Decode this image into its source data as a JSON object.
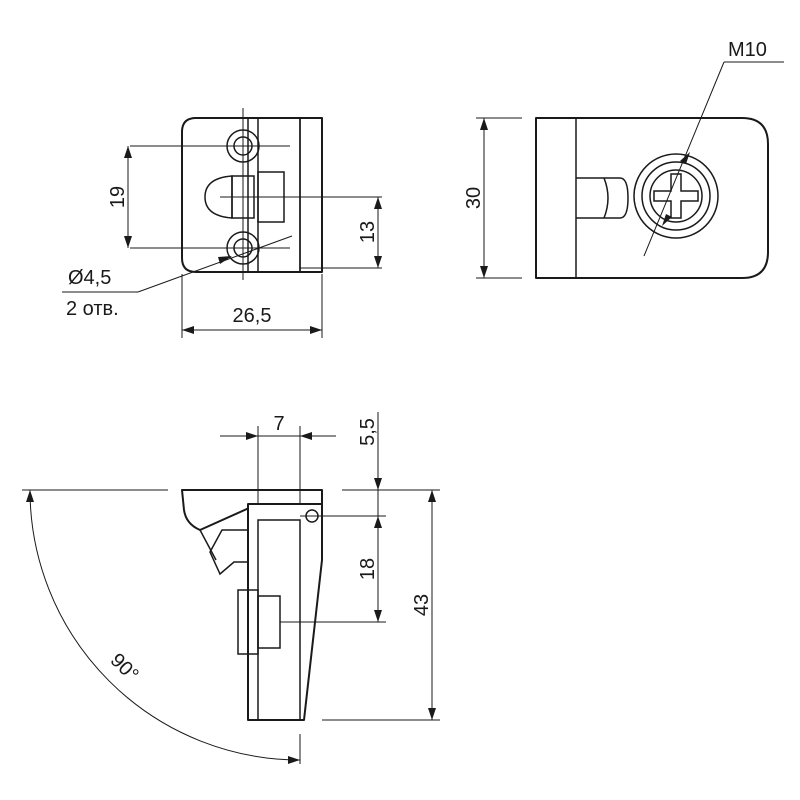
{
  "front_view": {
    "dim_hole_spacing": "19",
    "dim_screw_offset": "13",
    "dim_width": "26,5",
    "hole_diameter": "Ø4,5",
    "hole_count": "2 отв."
  },
  "side_view": {
    "dim_height": "30",
    "thread_label": "M10"
  },
  "profile_view": {
    "dim_top_width": "7",
    "dim_top_offset": "5,5",
    "dim_hole_depth": "18",
    "dim_total_height": "43",
    "swing_angle": "90°"
  }
}
